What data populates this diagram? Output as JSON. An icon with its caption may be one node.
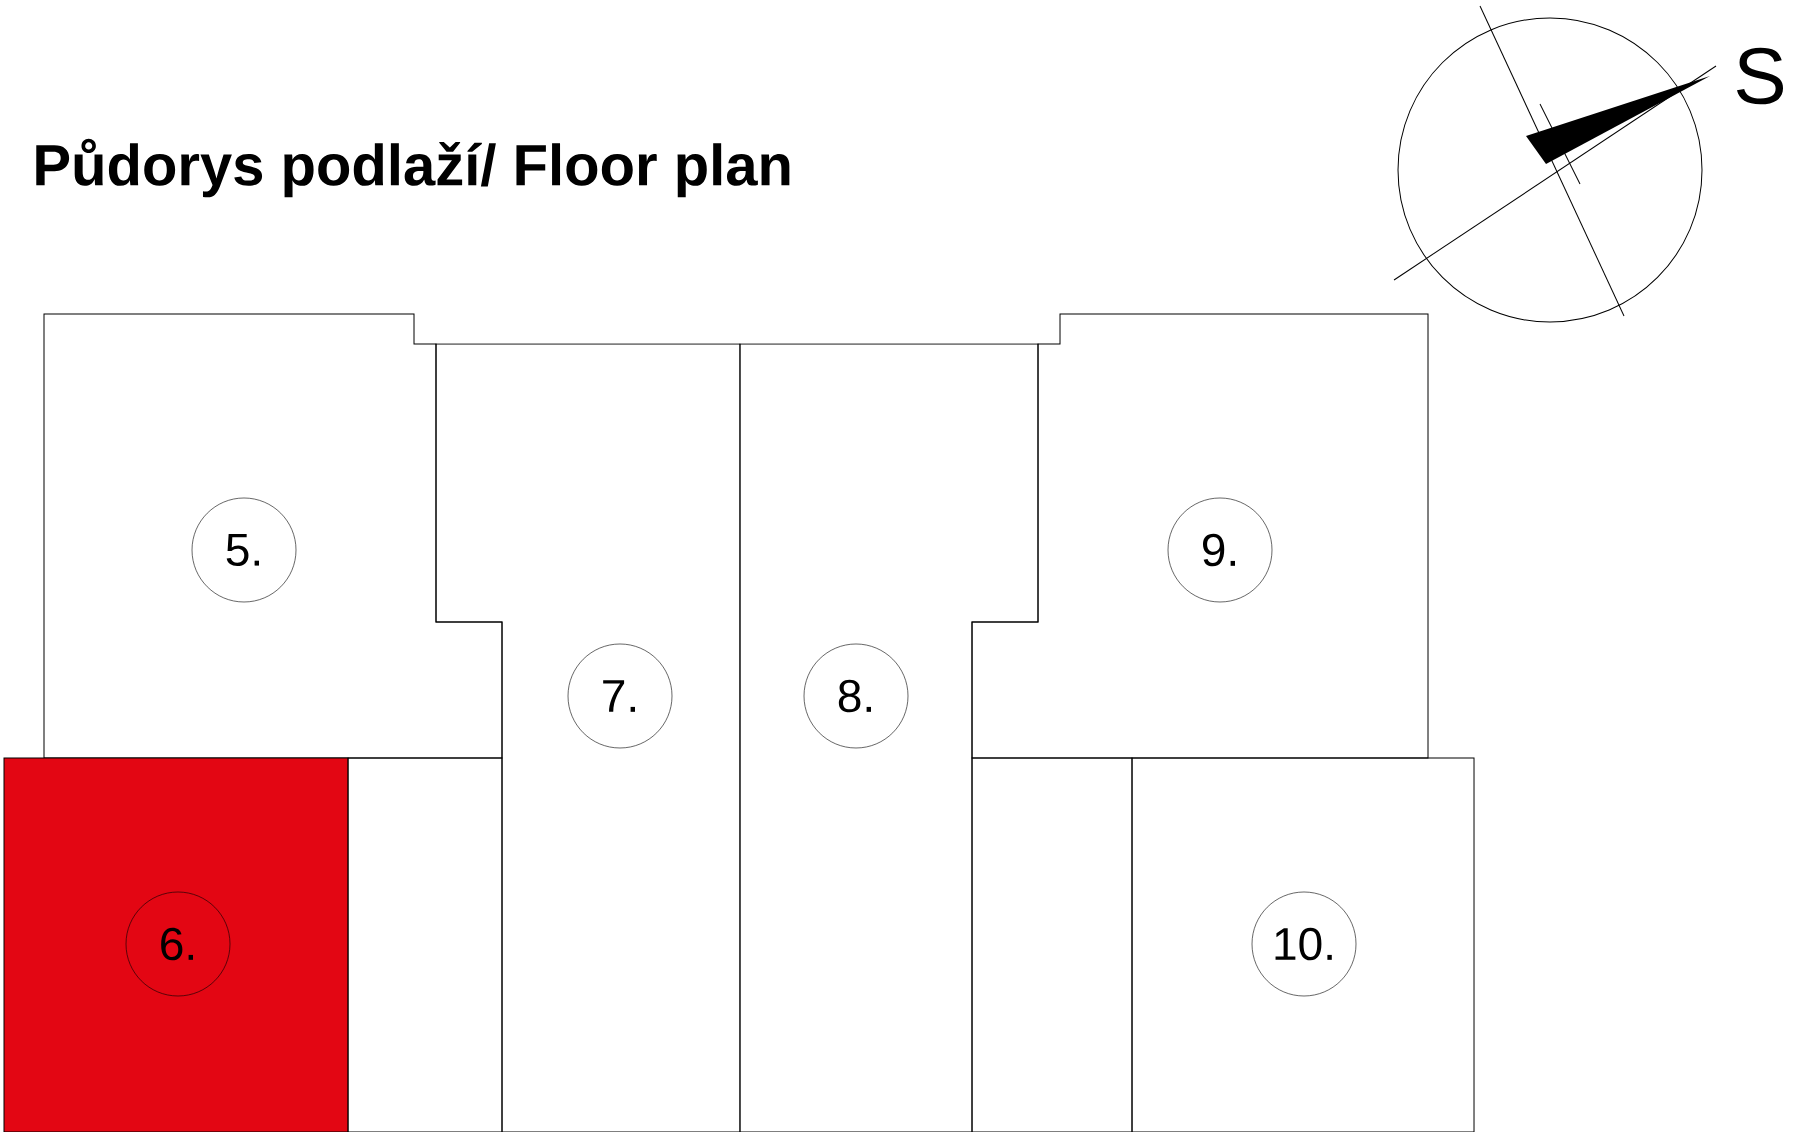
{
  "diagram": {
    "title": "Půdorys podlaží/ Floor plan",
    "nodes": [
      {
        "text": [
          "5."
        ]
      },
      {
        "text": [
          "7."
        ]
      },
      {
        "text": [
          "8."
        ]
      },
      {
        "text": [
          "9."
        ]
      },
      {
        "text": [
          "6."
        ]
      },
      {
        "text": [],
        "shape": "box"
      },
      {
        "text": [],
        "shape": "box"
      },
      {
        "text": [
          "10."
        ]
      }
    ],
    "edges": [],
    "labels": [
      "S"
    ]
  }
}
